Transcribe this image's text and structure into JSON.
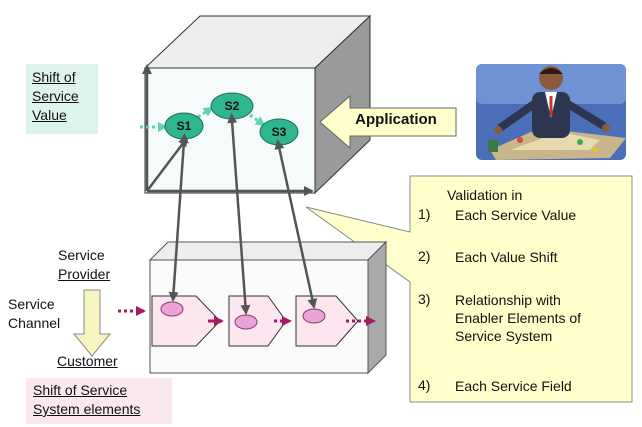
{
  "labels": {
    "shift_value": "Shift of Service Value",
    "application": "Application",
    "service_provider_line1": "Service",
    "service_provider_line2": "Provider",
    "service_channel": "Service Channel",
    "customer": "Customer",
    "shift_system": "Shift of Service System elements"
  },
  "nodes": [
    {
      "id": "S1"
    },
    {
      "id": "S2"
    },
    {
      "id": "S3"
    }
  ],
  "validation": {
    "title": "Validation in",
    "items": [
      {
        "num": "1)",
        "text": "Each Service Value"
      },
      {
        "num": "2)",
        "text": "Each Value Shift"
      },
      {
        "num": "3)",
        "text": "Relationship with Enabler Elements of Service System"
      },
      {
        "num": "4)",
        "text": "Each Service Field"
      }
    ]
  },
  "colors": {
    "node_fill": "#2fb58f",
    "value_box": "#dff3ee",
    "system_box": "#fbe8ec",
    "callout": "#ffffcc",
    "channel_arrow": "#f8f6c0",
    "pentagon_fill": "#fce6ef",
    "oval_fill": "#e9a3d6",
    "flow_arrow": "#a61a63"
  }
}
